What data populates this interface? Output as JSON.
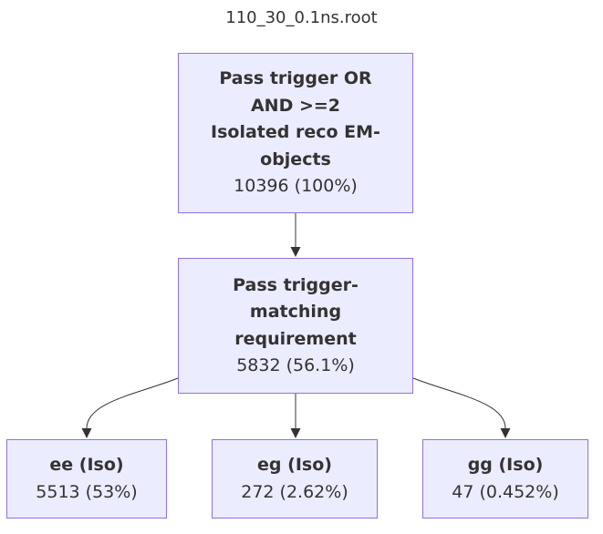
{
  "title": "110_30_0.1ns.root",
  "colors": {
    "node_fill": "#ECECFF",
    "node_border": "#9370DB",
    "edge": "#333333",
    "text": "#333333",
    "background": "#ffffff"
  },
  "nodes": [
    {
      "id": "root",
      "label": "Pass trigger OR AND >=2 Isolated reco EM-objects",
      "label_lines": [
        "Pass trigger OR",
        "AND >=2",
        "Isolated reco EM-",
        "objects"
      ],
      "count": "10396 (100%)"
    },
    {
      "id": "trigger-matching",
      "label": "Pass trigger-matching requirement",
      "label_lines": [
        "Pass trigger-",
        "matching",
        "requirement"
      ],
      "count": "5832 (56.1%)"
    },
    {
      "id": "ee-iso",
      "label": "ee (Iso)",
      "label_lines": [
        "ee (Iso)"
      ],
      "count": "5513 (53%)"
    },
    {
      "id": "eg-iso",
      "label": "eg (Iso)",
      "label_lines": [
        "eg (Iso)"
      ],
      "count": "272 (2.62%)"
    },
    {
      "id": "gg-iso",
      "label": "gg (Iso)",
      "label_lines": [
        "gg (Iso)"
      ],
      "count": "47 (0.452%)"
    }
  ],
  "edges": [
    {
      "from": "root",
      "to": "trigger-matching"
    },
    {
      "from": "trigger-matching",
      "to": "ee-iso"
    },
    {
      "from": "trigger-matching",
      "to": "eg-iso"
    },
    {
      "from": "trigger-matching",
      "to": "gg-iso"
    }
  ]
}
